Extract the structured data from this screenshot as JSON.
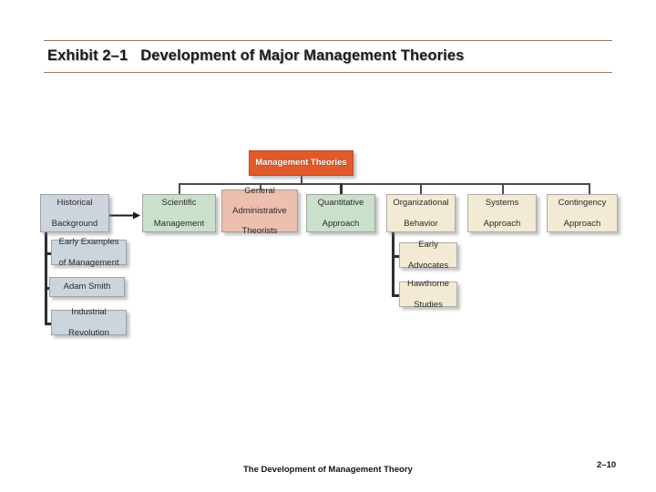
{
  "slide": {
    "title_exhibit": "Exhibit 2–1",
    "title_main": "Development of Major Management Theories",
    "footer": "The Development of Management Theory",
    "page_number": "2–10",
    "accent_rule_color": "#a07a4a",
    "background_color": "#ffffff"
  },
  "diagram": {
    "root": {
      "label": "Management Theories",
      "color": "#e05a2b",
      "text_color": "#ffffff"
    },
    "branches": [
      {
        "label": "Scientific Management",
        "color": "#cbe0cb"
      },
      {
        "label": "General Administrative Theorists",
        "color": "#edbfae"
      },
      {
        "label": "Quantitative Approach",
        "color": "#cbe0cb"
      },
      {
        "label": "Organizational Behavior",
        "color": "#f3ead5"
      },
      {
        "label": "Systems Approach",
        "color": "#f3ead5"
      },
      {
        "label": "Contingency Approach",
        "color": "#f3ead5"
      }
    ],
    "historical": {
      "label": "Historical Background",
      "color": "#ccd5de",
      "children": [
        {
          "label": "Early Examples of Management",
          "color": "#ccd5de"
        },
        {
          "label": "Adam Smith",
          "color": "#ccd5de"
        },
        {
          "label": "Industrial Revolution",
          "color": "#ccd5de"
        }
      ]
    },
    "organizational_children": [
      {
        "label": "Early Advocates",
        "color": "#f3ead5"
      },
      {
        "label": "Hawthorne Studies",
        "color": "#f3ead5"
      }
    ]
  },
  "nodes": {
    "scientific_management": {
      "line1": "Scientific",
      "line2": "Management"
    },
    "general_admin": {
      "line1": "General",
      "line2": "Administrative",
      "line3": "Theorists"
    },
    "quantitative": {
      "line1": "Quantitative",
      "line2": "Approach"
    },
    "organizational": {
      "line1": "Organizational",
      "line2": "Behavior"
    },
    "systems": {
      "line1": "Systems",
      "line2": "Approach"
    },
    "contingency": {
      "line1": "Contingency",
      "line2": "Approach"
    },
    "historical": {
      "line1": "Historical",
      "line2": "Background"
    },
    "early_examples": {
      "line1": "Early Examples",
      "line2": "of Management"
    },
    "adam_smith": {
      "line1": "Adam Smith"
    },
    "industrial_revolution": {
      "line1": "Industrial",
      "line2": "Revolution"
    },
    "early_advocates": {
      "line1": "Early",
      "line2": "Advocates"
    },
    "hawthorne": {
      "line1": "Hawthorne",
      "line2": "Studies"
    }
  }
}
